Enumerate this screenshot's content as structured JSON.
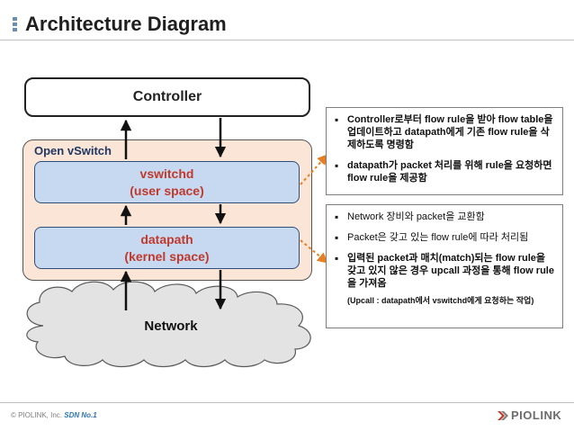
{
  "header": {
    "title": "Architecture Diagram"
  },
  "diagram": {
    "controller": "Controller",
    "ovs": "Open vSwitch",
    "vswitchd": {
      "line1": "vswitchd",
      "line2": "(user space)"
    },
    "datapath": {
      "line1": "datapath",
      "line2": "(kernel space)"
    },
    "network": "Network"
  },
  "notes1": [
    {
      "text": "Controller로부터 flow rule을 받아 flow table을 업데이트하고 datapath에게 기존 flow rule을 삭제하도록 명령함"
    },
    {
      "text": "datapath가 packet 처리를 위해 rule을 요청하면 flow rule을 제공함"
    }
  ],
  "notes2": [
    {
      "text": "Network 장비와 packet을 교환함"
    },
    {
      "text": "Packet은 갖고 있는 flow rule에 따라 처리됨"
    },
    {
      "text": "입력된 packet과 매치(match)되는 flow rule을 갖고 있지 않은 경우 upcall 과정을 통해 flow rule을 가져옴"
    }
  ],
  "note_small": "(Upcall : datapath에서 vswitchd에게 요청하는 작업)",
  "footer": {
    "copyright": "© PIOLINK, Inc.",
    "tagline": "SDN No.1",
    "logo": "PIOLINK"
  },
  "colors": {
    "ovs_fill": "#fbe5d6",
    "module_fill": "#c6d9f1",
    "module_text": "#c0392b",
    "callout_arrow": "#e67e22"
  }
}
